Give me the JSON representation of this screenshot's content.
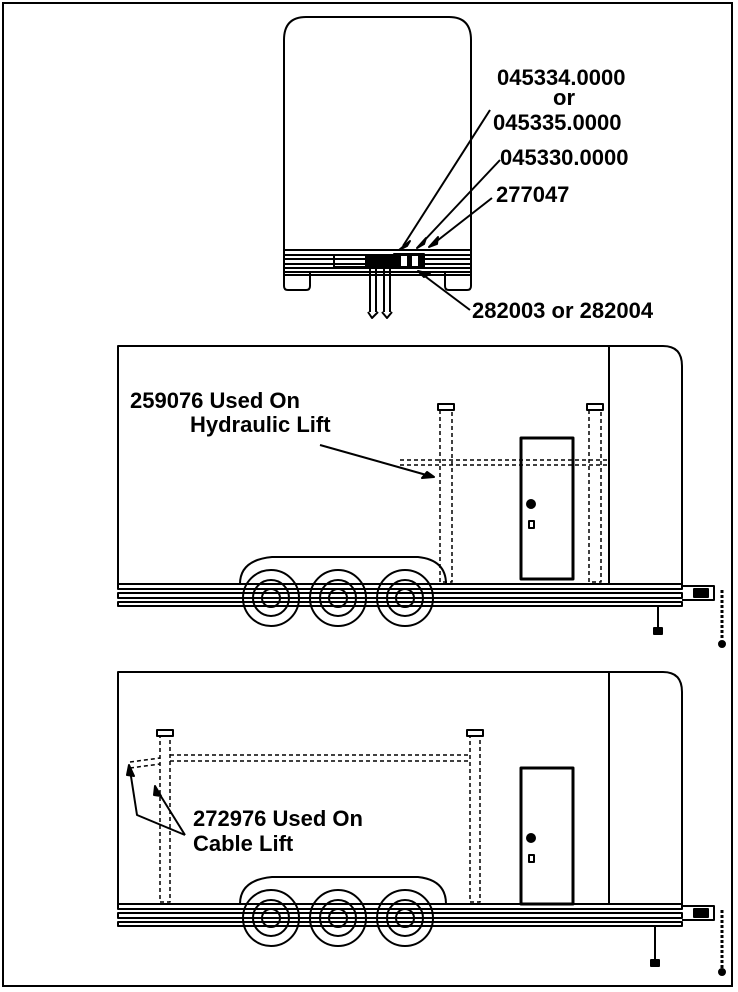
{
  "parts": {
    "rear_view": {
      "part_1": "045334.0000",
      "or_1": "or",
      "part_2": "045335.0000",
      "part_3": "045330.0000",
      "part_4": "277047",
      "part_5": "282003 or 282004"
    },
    "hydraulic": {
      "line1": "259076 Used On",
      "line2": "Hydraulic Lift"
    },
    "cable": {
      "line1": "272976 Used On",
      "line2": "Cable Lift"
    }
  },
  "colors": {
    "ink": "#000000",
    "paper": "#ffffff"
  }
}
